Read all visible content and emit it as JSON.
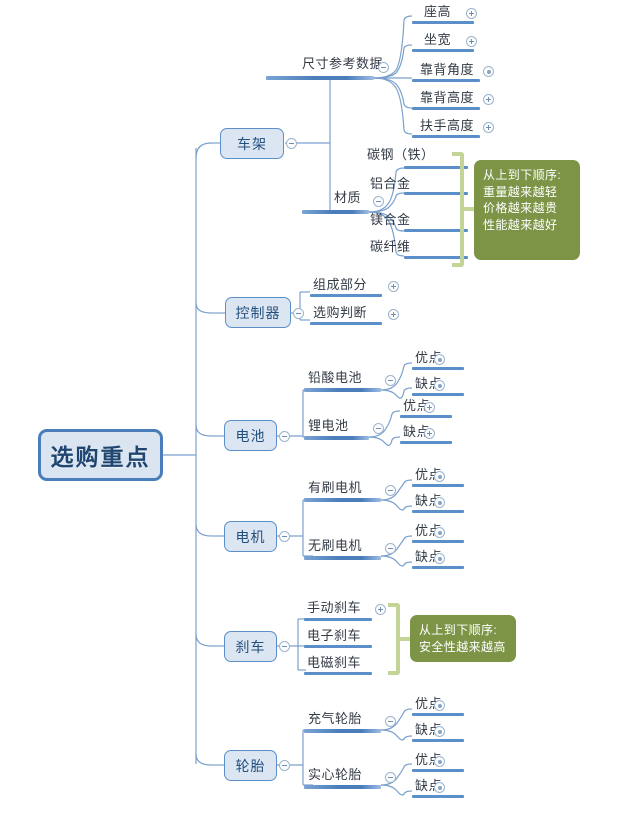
{
  "root": {
    "label": "选购重点"
  },
  "branches": [
    {
      "label": "车架",
      "children": [
        {
          "label": "尺寸参考数据",
          "toggle": "minus",
          "children": [
            {
              "label": "座高",
              "toggle": "plus"
            },
            {
              "label": "坐宽",
              "toggle": "plus"
            },
            {
              "label": "靠背角度",
              "toggle": "plus"
            },
            {
              "label": "靠背高度",
              "toggle": "plus"
            },
            {
              "label": "扶手高度",
              "toggle": "plus"
            }
          ]
        },
        {
          "label": "材质",
          "toggle": "minus",
          "children": [
            {
              "label": "碳钢（铁）",
              "toggle": "none"
            },
            {
              "label": "铝合金",
              "toggle": "none"
            },
            {
              "label": "镁合金",
              "toggle": "none"
            },
            {
              "label": "碳纤维",
              "toggle": "none"
            }
          ]
        }
      ]
    },
    {
      "label": "控制器",
      "children": [
        {
          "label": "组成部分",
          "toggle": "plus",
          "children": []
        },
        {
          "label": "选购判断",
          "toggle": "plus",
          "children": []
        }
      ]
    },
    {
      "label": "电池",
      "children": [
        {
          "label": "铅酸电池",
          "toggle": "minus",
          "children": [
            {
              "label": "优点",
              "toggle": "plus"
            },
            {
              "label": "缺点",
              "toggle": "plus"
            }
          ]
        },
        {
          "label": "锂电池",
          "toggle": "minus",
          "children": [
            {
              "label": "优点",
              "toggle": "plus"
            },
            {
              "label": "缺点",
              "toggle": "plus"
            }
          ]
        }
      ]
    },
    {
      "label": "电机",
      "children": [
        {
          "label": "有刷电机",
          "toggle": "minus",
          "children": [
            {
              "label": "优点",
              "toggle": "plus"
            },
            {
              "label": "缺点",
              "toggle": "plus"
            }
          ]
        },
        {
          "label": "无刷电机",
          "toggle": "minus",
          "children": [
            {
              "label": "优点",
              "toggle": "plus"
            },
            {
              "label": "缺点",
              "toggle": "plus"
            }
          ]
        }
      ]
    },
    {
      "label": "刹车",
      "children": [
        {
          "label": "手动刹车",
          "toggle": "plus",
          "children": []
        },
        {
          "label": "电子刹车",
          "toggle": "none",
          "children": []
        },
        {
          "label": "电磁刹车",
          "toggle": "none",
          "children": []
        }
      ]
    },
    {
      "label": "轮胎",
      "children": [
        {
          "label": "充气轮胎",
          "toggle": "minus",
          "children": [
            {
              "label": "优点",
              "toggle": "plus"
            },
            {
              "label": "缺点",
              "toggle": "plus"
            }
          ]
        },
        {
          "label": "实心轮胎",
          "toggle": "minus",
          "children": [
            {
              "label": "优点",
              "toggle": "plus"
            },
            {
              "label": "缺点",
              "toggle": "plus"
            }
          ]
        }
      ]
    }
  ],
  "notes": [
    {
      "text": "从上到下顺序:\n重量越来越轻\n价格越来越贵\n性能越来越好"
    },
    {
      "text": "从上到下顺序:\n安全性越来越高"
    }
  ],
  "colors": {
    "node_fill": "#dce6f2",
    "node_border": "#5b8fc9",
    "root_border": "#4a7ebb",
    "link": "#7ba0cd",
    "note_green": "#7d9447",
    "bracket_green": "#c4d496",
    "text": "#333b45"
  }
}
